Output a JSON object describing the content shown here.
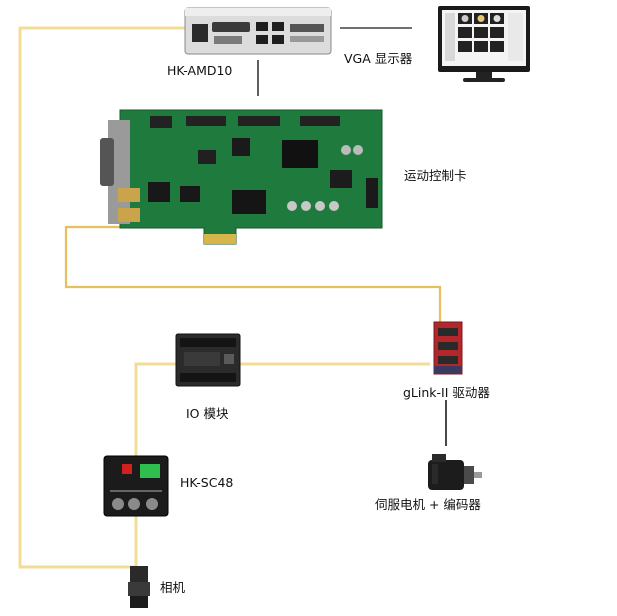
{
  "labels": {
    "industrial_pc": "HK-AMD10",
    "vga_display": "VGA  显示器",
    "motion_card": "运动控制卡",
    "glink_driver": "gLink-II 驱动器",
    "io_module": "IO 模块",
    "servo_motor": "伺服电机 + 编码器",
    "light_controller": "HK-SC48",
    "camera": "相机"
  },
  "colors": {
    "cable": "#f2dc98",
    "cable_yellow": "#e6c05c",
    "vga_line": "#1a1a1a",
    "pcb": "#1f7a3e",
    "driver_red": "#b3262a"
  }
}
